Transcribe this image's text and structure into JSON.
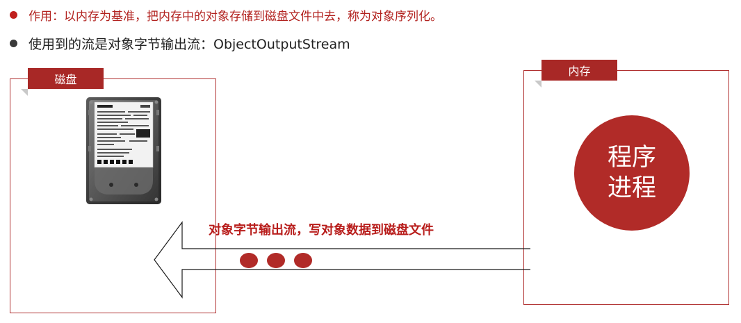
{
  "bullets": [
    {
      "text": "作用：以内存为基准，把内存中的对象存储到磁盘文件中去，称为对象序列化。",
      "color": "#c0201e"
    },
    {
      "text": "使用到的流是对象字节输出流：ObjectOutputStream",
      "color": "#3a3a3a"
    }
  ],
  "disk": {
    "label": "磁盘",
    "image": "hard-disk-drive"
  },
  "memory": {
    "label": "内存",
    "process_line1": "程序",
    "process_line2": "进程"
  },
  "flow": {
    "label": "对象字节输出流，写对象数据到磁盘文件",
    "direction": "memory-to-disk",
    "dot_count": 3
  },
  "colors": {
    "accent": "#b12b28"
  }
}
